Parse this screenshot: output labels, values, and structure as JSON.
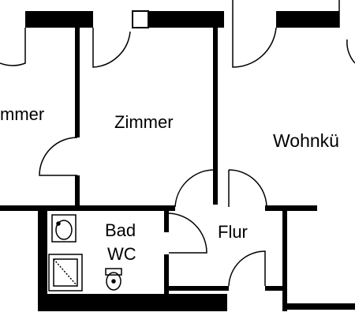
{
  "floor_plan": {
    "rooms": {
      "zimmer_left": "mmer",
      "zimmer_center": "Zimmer",
      "wohnkueche": "Wohnkü",
      "bad_line1": "Bad",
      "bad_line2": "WC",
      "flur": "Flur"
    },
    "colors": {
      "wall": "#000000",
      "background": "#ffffff"
    }
  }
}
